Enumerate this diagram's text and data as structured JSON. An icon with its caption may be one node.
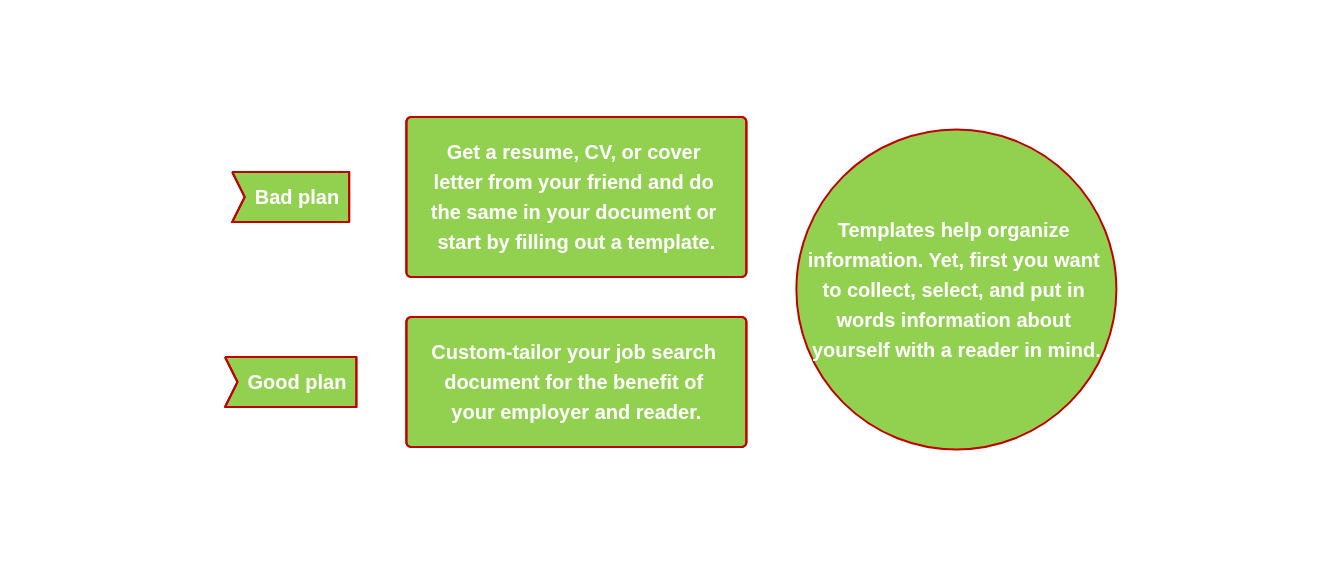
{
  "diagram": {
    "nodes": [
      {
        "text": [
          "Bad plan"
        ]
      },
      {
        "text": [
          "Get a resume, CV, or cover letter from your friend and do the same in your document or start by filling out a template."
        ]
      },
      {
        "text": [
          "Good plan"
        ]
      },
      {
        "text": [
          "Custom-tailor your job search document for the benefit of your employer and reader."
        ]
      },
      {
        "text": [
          "Templates help organize information. Yet, first you want to collect, select, and put in words information about yourself with a reader in mind."
        ]
      }
    ],
    "edges": []
  }
}
